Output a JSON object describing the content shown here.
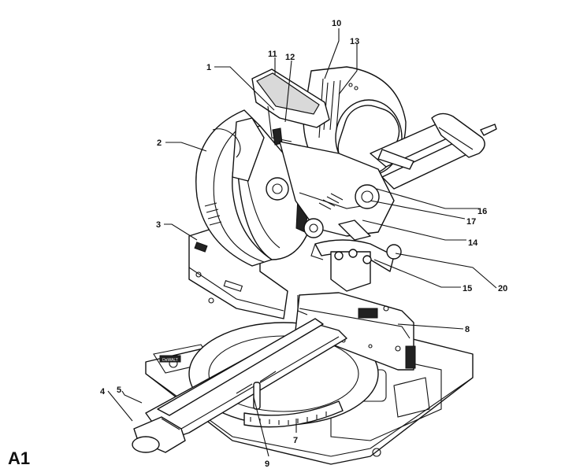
{
  "figure_label": "A1",
  "callouts": [
    "1",
    "2",
    "3",
    "4",
    "5",
    "7",
    "8",
    "9",
    "10",
    "11",
    "12",
    "13",
    "14",
    "15",
    "16",
    "17",
    "20"
  ],
  "nameplate_text": "DeWALT"
}
